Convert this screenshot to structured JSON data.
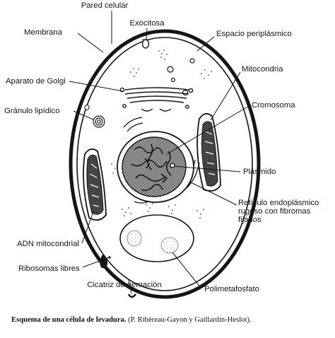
{
  "labels": {
    "cell_wall": "Pared celular",
    "membrane": "Membrana",
    "exocytosis": "Exocitosa",
    "periplasmic": "Espacio periplásmico",
    "golgi": "Aparato de Golgi",
    "mitochondria": "Mitocondria",
    "chromosome": "Cromosoma",
    "lipid_granule": "Gránulo lipídico",
    "plasmid": "Plásmido",
    "rer_line1": "Retículo endoplásmico",
    "rer_line2": "rugoso con fibromas",
    "rer_line3": "fijados",
    "mito_dna": "ADN mitocondrial",
    "free_ribosomes": "Ribosomas libres",
    "polyphosphate": "Polimetafosfato",
    "bud_scar": "Cicatriz de gemación"
  },
  "caption": {
    "bold": "Esquema de una célula de levadura.",
    "rest": " (P. Ribéreau-Gayon y Gaillardin-Heslot)."
  },
  "colors": {
    "ink": "#151515",
    "paper": "#ffffff",
    "shade": "#5a5a5a",
    "light_shade": "#cfcfcf"
  }
}
